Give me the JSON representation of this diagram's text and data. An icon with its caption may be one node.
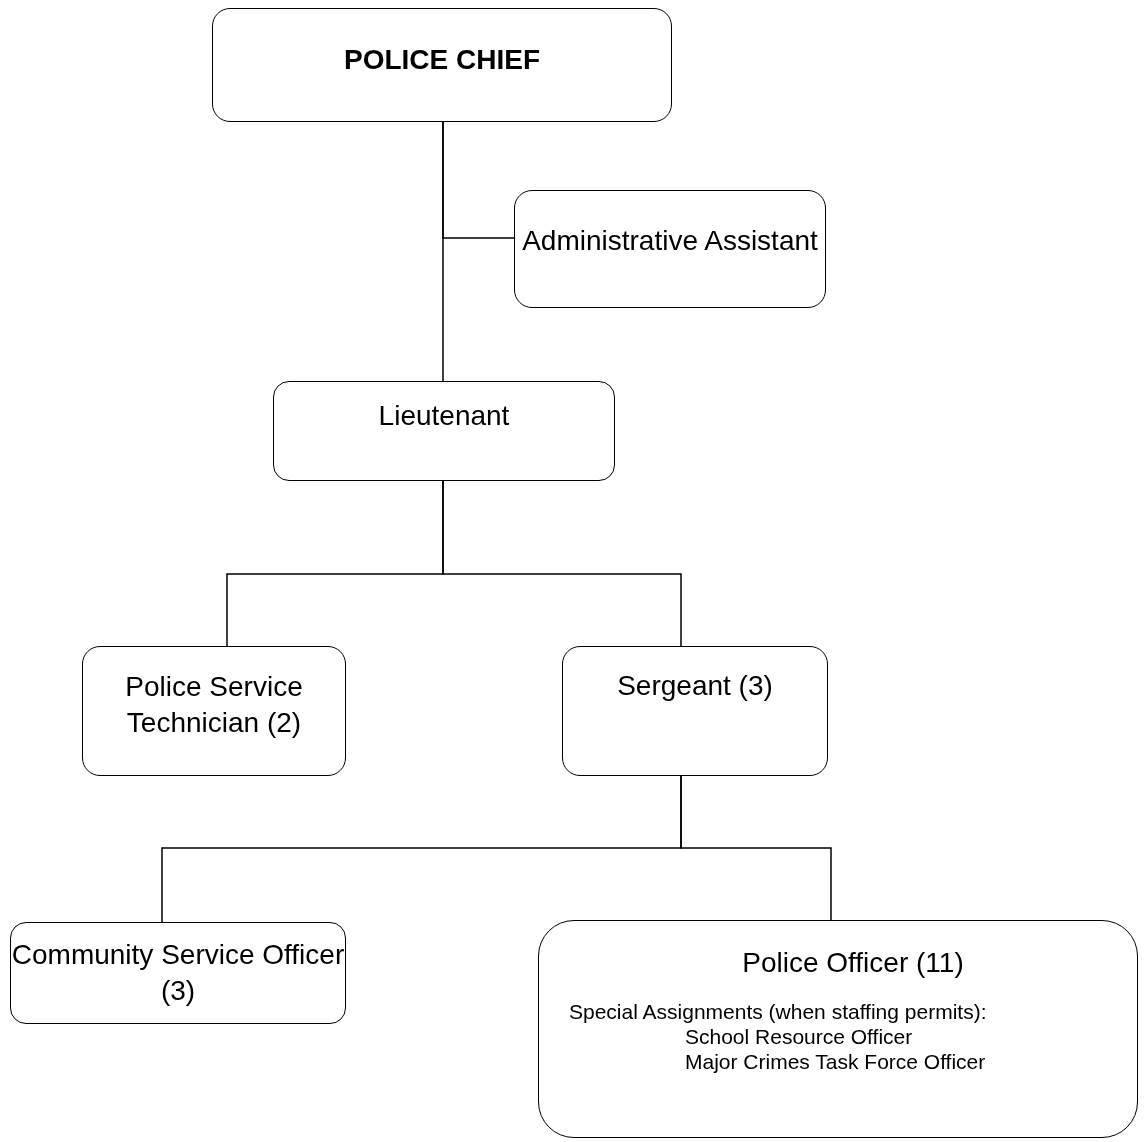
{
  "diagram": {
    "nodes": [
      {
        "text": [
          "POLICE CHIEF"
        ]
      },
      {
        "text": [
          "Administrative Assistant"
        ]
      },
      {
        "text": [
          "Lieutenant"
        ]
      },
      {
        "text": [
          "Police Service Technician (2)"
        ]
      },
      {
        "text": [
          "Sergeant (3)"
        ]
      },
      {
        "text": [
          "Community Service Officer (3)"
        ]
      },
      {
        "text": [
          "Police Officer (11)",
          "Special Assignments (when staffing permits):",
          "School Resource Officer",
          "Major Crimes Task Force Officer"
        ]
      }
    ],
    "edges": [
      {
        "from": 0,
        "to": 2,
        "arrow": "none"
      },
      {
        "from": 0,
        "to": 1,
        "arrow": "none"
      },
      {
        "from": 2,
        "to": 3,
        "arrow": "none"
      },
      {
        "from": 2,
        "to": 4,
        "arrow": "none"
      },
      {
        "from": 4,
        "to": 5,
        "arrow": "none"
      },
      {
        "from": 4,
        "to": 6,
        "arrow": "none"
      }
    ]
  }
}
